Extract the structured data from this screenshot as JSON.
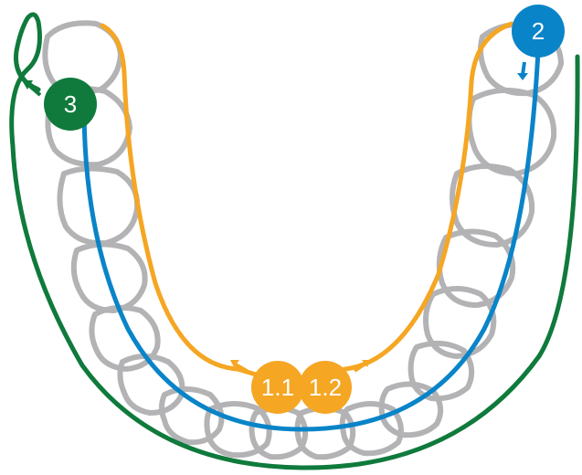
{
  "colors": {
    "teeth": "#b3b3b5",
    "orange": "#f5a623",
    "blue": "#0a84c8",
    "green": "#0f7a3c"
  },
  "markers": {
    "m3": {
      "label": "3"
    },
    "m2": {
      "label": "2"
    },
    "m11": {
      "label": "1.1"
    },
    "m12": {
      "label": "1.2"
    }
  }
}
